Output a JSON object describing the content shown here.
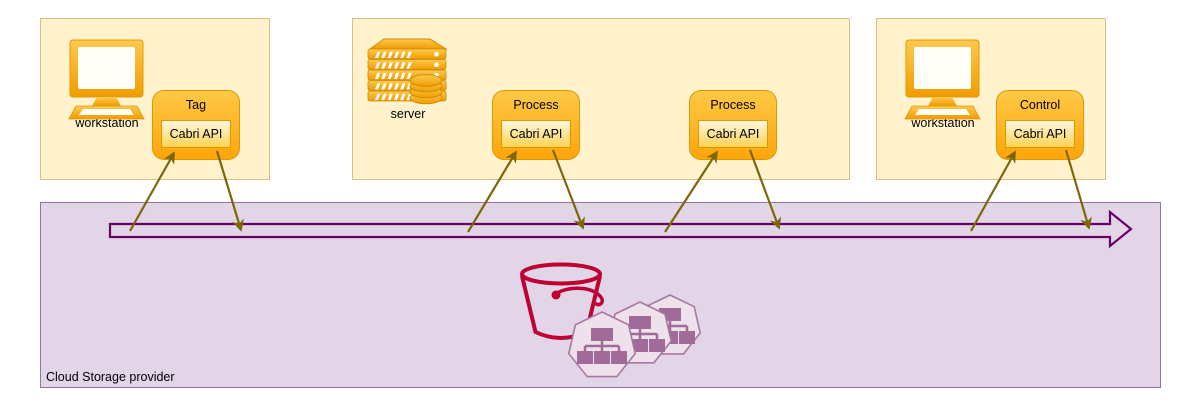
{
  "zones": {
    "left": {
      "device_label": "workstation"
    },
    "middle": {
      "device_label": "server"
    },
    "right": {
      "device_label": "workstation"
    }
  },
  "nodes": {
    "tag": {
      "title": "Tag",
      "api_label": "Cabri API"
    },
    "process_1": {
      "title": "Process",
      "api_label": "Cabri API"
    },
    "process_2": {
      "title": "Process",
      "api_label": "Cabri API"
    },
    "control": {
      "title": "Control",
      "api_label": "Cabri API"
    }
  },
  "cloud": {
    "label": "Cloud Storage provider"
  },
  "icons": {
    "left_device": "workstation-monitor",
    "middle_device": "server-rack-with-database",
    "right_device": "workstation-monitor",
    "storage": "bucket",
    "objects": "object-heptagons-with-tree"
  },
  "colors": {
    "zone_fill": "#fff2cc",
    "zone_border": "#d9c07e",
    "node_fill_top": "#ffc846",
    "node_fill_bottom": "#ffa50a",
    "node_border": "#d79b00",
    "api_fill_top": "#fff7df",
    "api_fill_bottom": "#ffd252",
    "cloud_fill": "#e1d5e7",
    "cloud_border": "#9673a6",
    "flow_arrow_stroke": "#670067",
    "link_arrow_stroke": "#7d6608",
    "bucket_stroke": "#be0032",
    "object_fill": "#efe1eb",
    "object_border": "#a778a0",
    "object_glyph": "#a06b99"
  }
}
